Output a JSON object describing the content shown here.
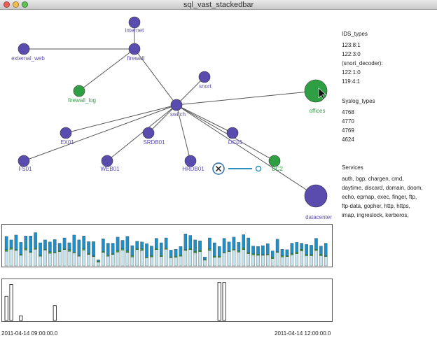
{
  "window": {
    "title": "sql_vast_stackedbar"
  },
  "network": {
    "nodes": [
      {
        "id": "internet",
        "label": "internet",
        "color": "#5a4caf"
      },
      {
        "id": "external_web",
        "label": "external_web",
        "color": "#5a4caf"
      },
      {
        "id": "firewall",
        "label": "firewall",
        "color": "#5a4caf"
      },
      {
        "id": "firewall_log",
        "label": "firewall_log",
        "color": "#2ea043"
      },
      {
        "id": "snort",
        "label": "snort",
        "color": "#5a4caf"
      },
      {
        "id": "switch",
        "label": "switch",
        "color": "#5a4caf"
      },
      {
        "id": "offices",
        "label": "offices",
        "color": "#2ea043"
      },
      {
        "id": "EX01",
        "label": "EX01",
        "color": "#5a4caf"
      },
      {
        "id": "SRDB01",
        "label": "SRDB01",
        "color": "#5a4caf"
      },
      {
        "id": "DC01",
        "label": "DC01",
        "color": "#5a4caf"
      },
      {
        "id": "FS01",
        "label": "FS01",
        "color": "#5a4caf"
      },
      {
        "id": "WEB01",
        "label": "WEB01",
        "color": "#5a4caf"
      },
      {
        "id": "HRDB01",
        "label": "HRDB01",
        "color": "#5a4caf"
      },
      {
        "id": "DC2",
        "label": "DC2",
        "color": "#2ea043"
      },
      {
        "id": "datacenter",
        "label": "datacenter",
        "color": "#5a4caf"
      }
    ]
  },
  "legend": {
    "ids": {
      "heading": "IDS_types",
      "items": [
        "123:8:1",
        "122:3:0",
        "(snort_decoder):",
        "122:1:0",
        "119:4:1"
      ]
    },
    "syslog": {
      "heading": "Syslog_types",
      "items": [
        "4768",
        "4770",
        "4769",
        "4624"
      ]
    },
    "services": {
      "heading": "Services",
      "lines": [
        "auth, bgp, chargen, cmd,",
        "daytime, discard, domain, doom,",
        "echo, epmap, exec, finger, ftp,",
        "ftp-data, gopher, http, https,",
        "imap, ingreslock, kerberos,"
      ]
    }
  },
  "chart_data": [
    {
      "type": "bar",
      "title": "",
      "stacked": true,
      "bar_count": 67,
      "ylim": [
        0,
        1
      ],
      "series": [
        {
          "color": "#c5e4ee",
          "values": [
            0.36,
            0.41,
            0.38,
            0.26,
            0.39,
            0.33,
            0.41,
            0.24,
            0.39,
            0.31,
            0.32,
            0.35,
            0.4,
            0.36,
            0.32,
            0.24,
            0.39,
            0.28,
            0.23,
            0.09,
            0.33,
            0.24,
            0.28,
            0.34,
            0.39,
            0.33,
            0.22,
            0.4,
            0.38,
            0.2,
            0.22,
            0.4,
            0.23,
            0.41,
            0.2,
            0.21,
            0.24,
            0.38,
            0.4,
            0.32,
            0.35,
            0.14,
            0.38,
            0.21,
            0.21,
            0.32,
            0.35,
            0.39,
            0.34,
            0.4,
            0.3,
            0.27,
            0.26,
            0.26,
            0.27,
            0.18,
            0.33,
            0.22,
            0.23,
            0.27,
            0.3,
            0.37,
            0.25,
            0.25,
            0.38,
            0.25,
            0.23
          ]
        },
        {
          "color": "#2f9f3f",
          "values": [
            0.04,
            0.04,
            0.02,
            0.03,
            0.04,
            0.02,
            0.03,
            0.02,
            0.02,
            0.04,
            0.02,
            0.03,
            0.02,
            0.04,
            0.02,
            0.02,
            0.03,
            0.03,
            0.02,
            0.03,
            0.03,
            0.03,
            0.02,
            0.04,
            0.03,
            0.04,
            0.04,
            0.03,
            0.04,
            0.02,
            0.03,
            0.03,
            0.03,
            0.03,
            0.02,
            0.03,
            0.03,
            0.02,
            0.03,
            0.04,
            0.04,
            0.02,
            0.04,
            0.03,
            0.03,
            0.02,
            0.02,
            0.02,
            0.03,
            0.04,
            0.03,
            0.03,
            0.03,
            0.02,
            0.02,
            0.04,
            0.02,
            0.03,
            0.02,
            0.03,
            0.04,
            0.04,
            0.03,
            0.03,
            0.03,
            0.04,
            0.02
          ]
        },
        {
          "color": "#1e8fc7",
          "values": [
            0.33,
            0.19,
            0.36,
            0.29,
            0.31,
            0.39,
            0.38,
            0.31,
            0.23,
            0.24,
            0.31,
            0.18,
            0.27,
            0.17,
            0.42,
            0.38,
            0.32,
            0.29,
            0.35,
            0.03,
            0.31,
            0.29,
            0.26,
            0.33,
            0.21,
            0.36,
            0.24,
            0.18,
            0.17,
            0.33,
            0.24,
            0.25,
            0.31,
            0.25,
            0.17,
            0.17,
            0.21,
            0.39,
            0.32,
            0.28,
            0.23,
            0.06,
            0.27,
            0.33,
            0.24,
            0.34,
            0.22,
            0.3,
            0.21,
            0.33,
            0.36,
            0.19,
            0.19,
            0.22,
            0.26,
            0.15,
            0.31,
            0.16,
            0.15,
            0.26,
            0.24,
            0.15,
            0.25,
            0.23,
            0.27,
            0.2,
            0.31
          ]
        }
      ]
    },
    {
      "type": "bar",
      "title": "",
      "ylim": [
        0,
        1
      ],
      "x_start": "2011-04-14 09:00:00.0",
      "x_end": "2011-04-14 12:00:00.0",
      "xtick_labels": [
        "2011-04-14 09:00:00.0",
        "2011-04-14 12:00:00.0"
      ],
      "bar_count": 67,
      "nonzero_bars": [
        {
          "index": 0,
          "value": 0.62
        },
        {
          "index": 1,
          "value": 0.92
        },
        {
          "index": 3,
          "value": 0.12
        },
        {
          "index": 10,
          "value": 0.38
        },
        {
          "index": 44,
          "value": 0.97
        },
        {
          "index": 45,
          "value": 0.97
        }
      ]
    }
  ]
}
